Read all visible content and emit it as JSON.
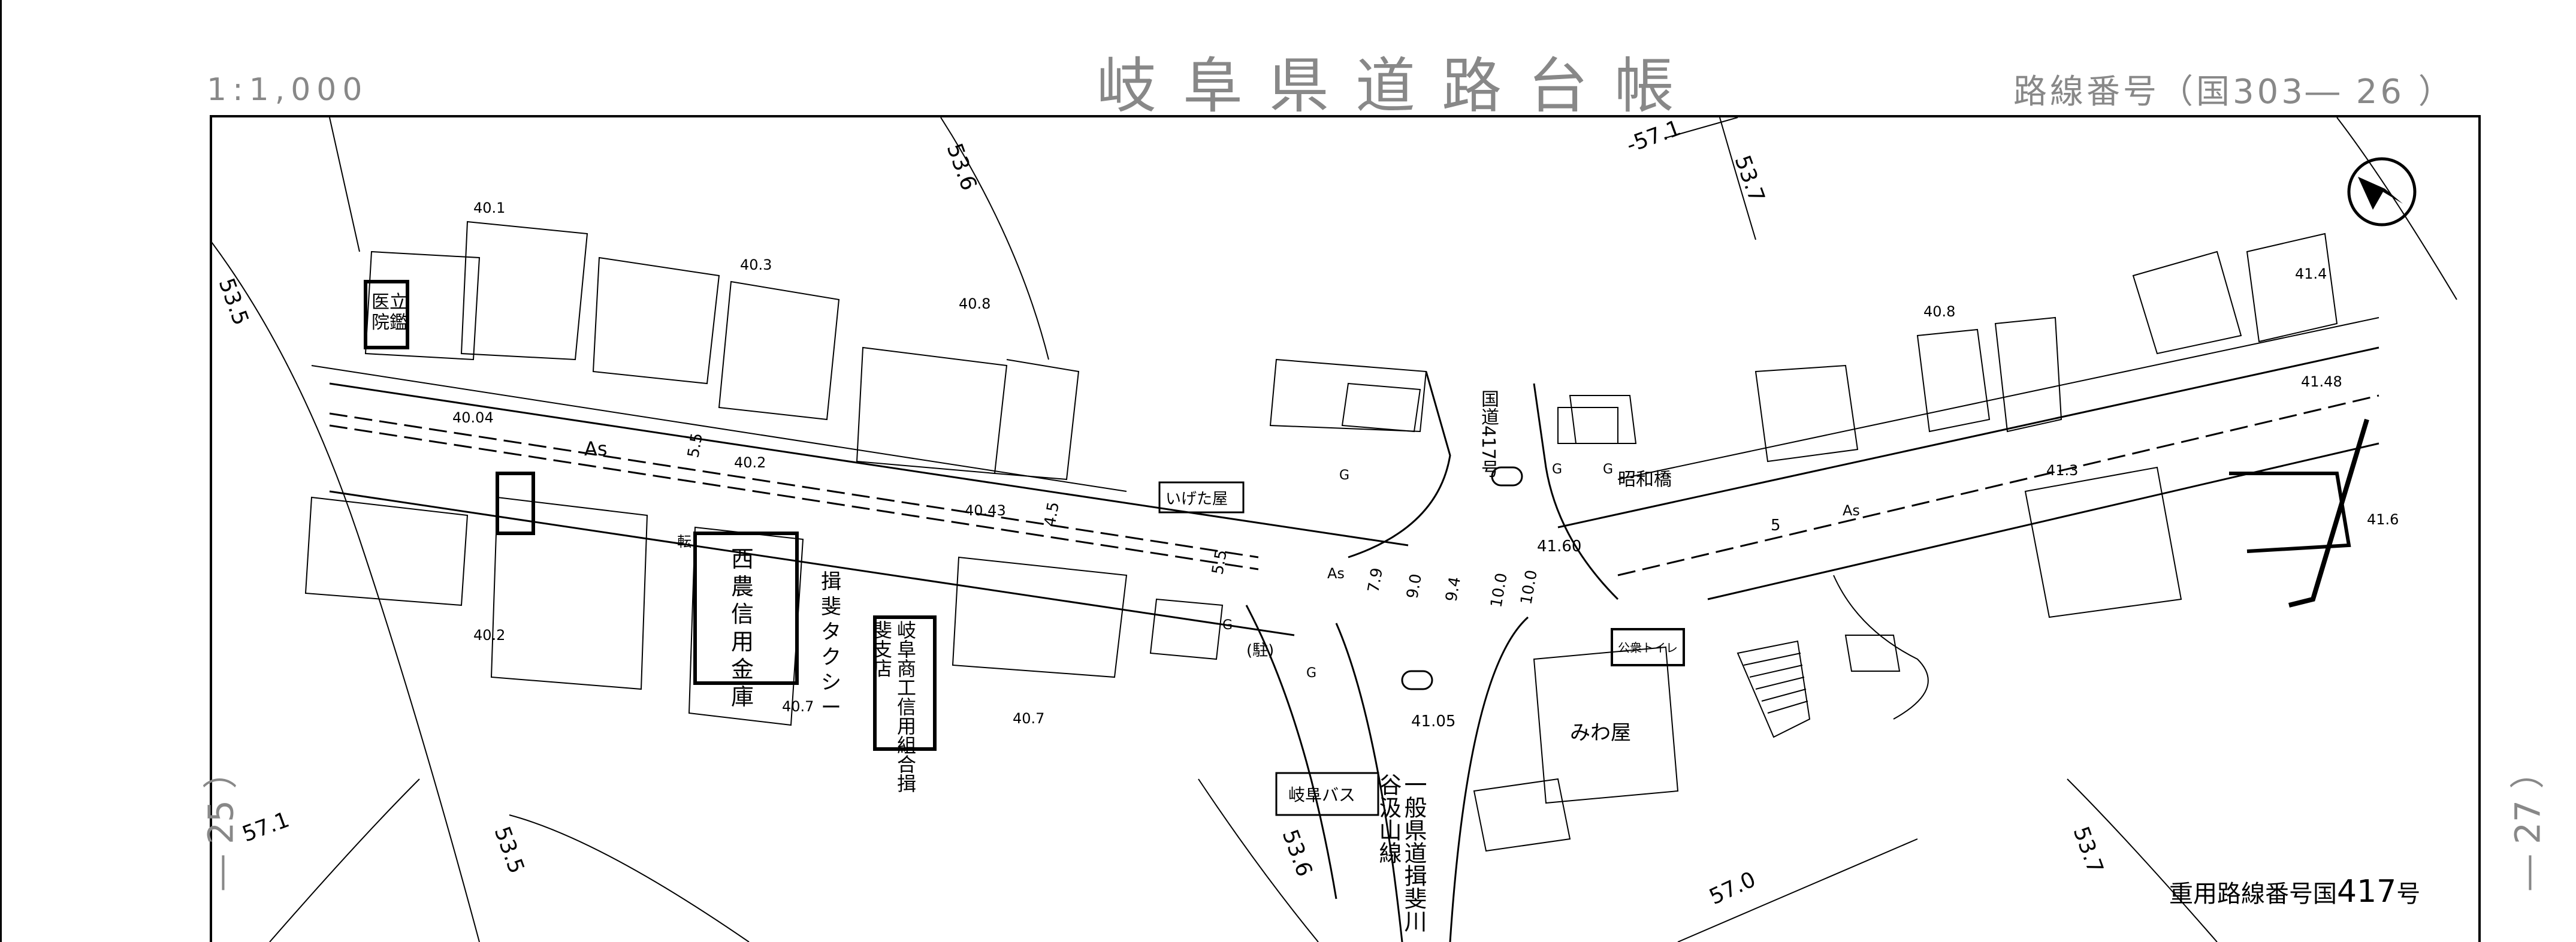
{
  "header": {
    "scale": "1:1,000",
    "title": "岐阜県道路台帳",
    "route_number": "路線番号（国303― 26 ）"
  },
  "side_labels": {
    "left": "― 25 ）",
    "right": "― 27 ）"
  },
  "footer": {
    "prefix": "重用路線番号国",
    "number": "417",
    "suffix": "号"
  },
  "map": {
    "contour_labels": [
      "53.5",
      "53.6",
      "-57.1",
      "53.7",
      "57.1",
      "53.5",
      "53.6",
      "57.0",
      "53.7"
    ],
    "elevations": [
      "40.1",
      "40.3",
      "40.8",
      "40.04",
      "40.2",
      "40.43",
      "40.2",
      "40.7",
      "40.7",
      "41.60",
      "41.05",
      "40.8",
      "41.4",
      "41.48",
      "41.3",
      "41.6"
    ],
    "road_widths": [
      "5.5",
      "4.5",
      "5.5",
      "7.9",
      "9.0",
      "9.4",
      "10.0",
      "10.0",
      "5"
    ],
    "pavement": [
      "As",
      "As",
      "As"
    ],
    "place_labels": [
      "医立院鑑",
      "西農信用金庫",
      "揖斐タクシー",
      "岐阜商工信用組合揖斐支店",
      "いげた屋",
      "(駐)",
      "国道417号",
      "昭和橋",
      "公衆トイレ",
      "みわ屋",
      "岐阜バス",
      "一般県道揖斐川谷汲山線"
    ],
    "symbols": [
      "G",
      "G",
      "G",
      "G",
      "G"
    ],
    "marker": "転"
  },
  "colors": {
    "ink": "#000000",
    "header_gray": "#888888"
  },
  "icons": {
    "north_arrow": "north-arrow-icon"
  }
}
